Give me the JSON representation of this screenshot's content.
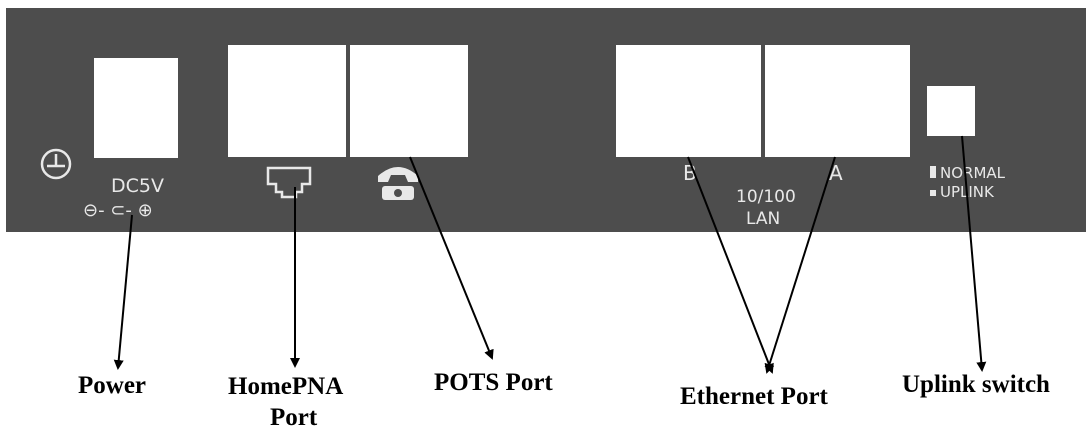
{
  "panel": {
    "power_label": "DC5V",
    "polarity_label": "⊖- ⊂- ⊕",
    "port_b_label": "B",
    "port_a_label": "A",
    "lan_speed_label": "10/100",
    "lan_label": "LAN",
    "switch_normal_label": "NORMAL",
    "switch_uplink_label": "UPLINK"
  },
  "callouts": {
    "power": "Power",
    "homepna_line1": "HomePNA",
    "homepna_line2": "Port",
    "pots": "POTS Port",
    "ethernet": "Ethernet Port",
    "uplink": "Uplink switch"
  },
  "icons": [
    "ground-icon",
    "phone-jack-icon",
    "telephone-icon"
  ],
  "colors": {
    "panel": "#4d4d4d",
    "port": "#ffffff",
    "text": "#000000"
  }
}
